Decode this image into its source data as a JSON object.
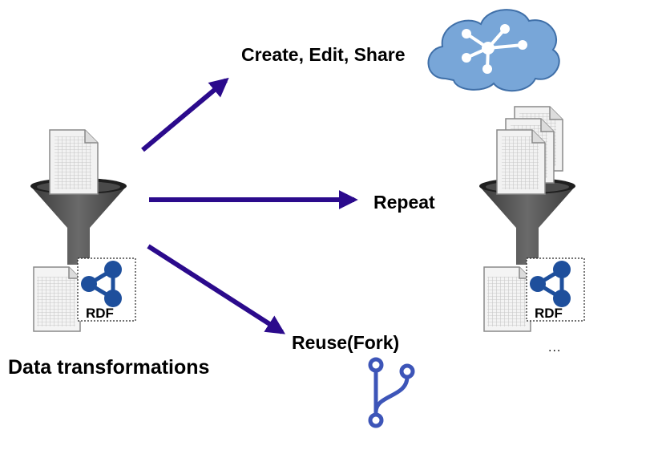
{
  "labels": {
    "create_edit_share": "Create, Edit, Share",
    "repeat": "Repeat",
    "reuse_fork": "Reuse(Fork)",
    "data_transformations": "Data transformations",
    "ellipsis": "..."
  },
  "colors": {
    "arrow": "#2b0a8c",
    "cloud_fill": "#78a6d8",
    "cloud_stroke": "#3f6fa8",
    "funnel": "#595959",
    "fork_icon": "#3d55b8",
    "rdf_graph": "#1e4f9c"
  },
  "icons": [
    "document-icon",
    "funnel-icon",
    "spreadsheet-icon",
    "rdf-graph-icon",
    "cloud-network-icon",
    "fork-icon"
  ]
}
